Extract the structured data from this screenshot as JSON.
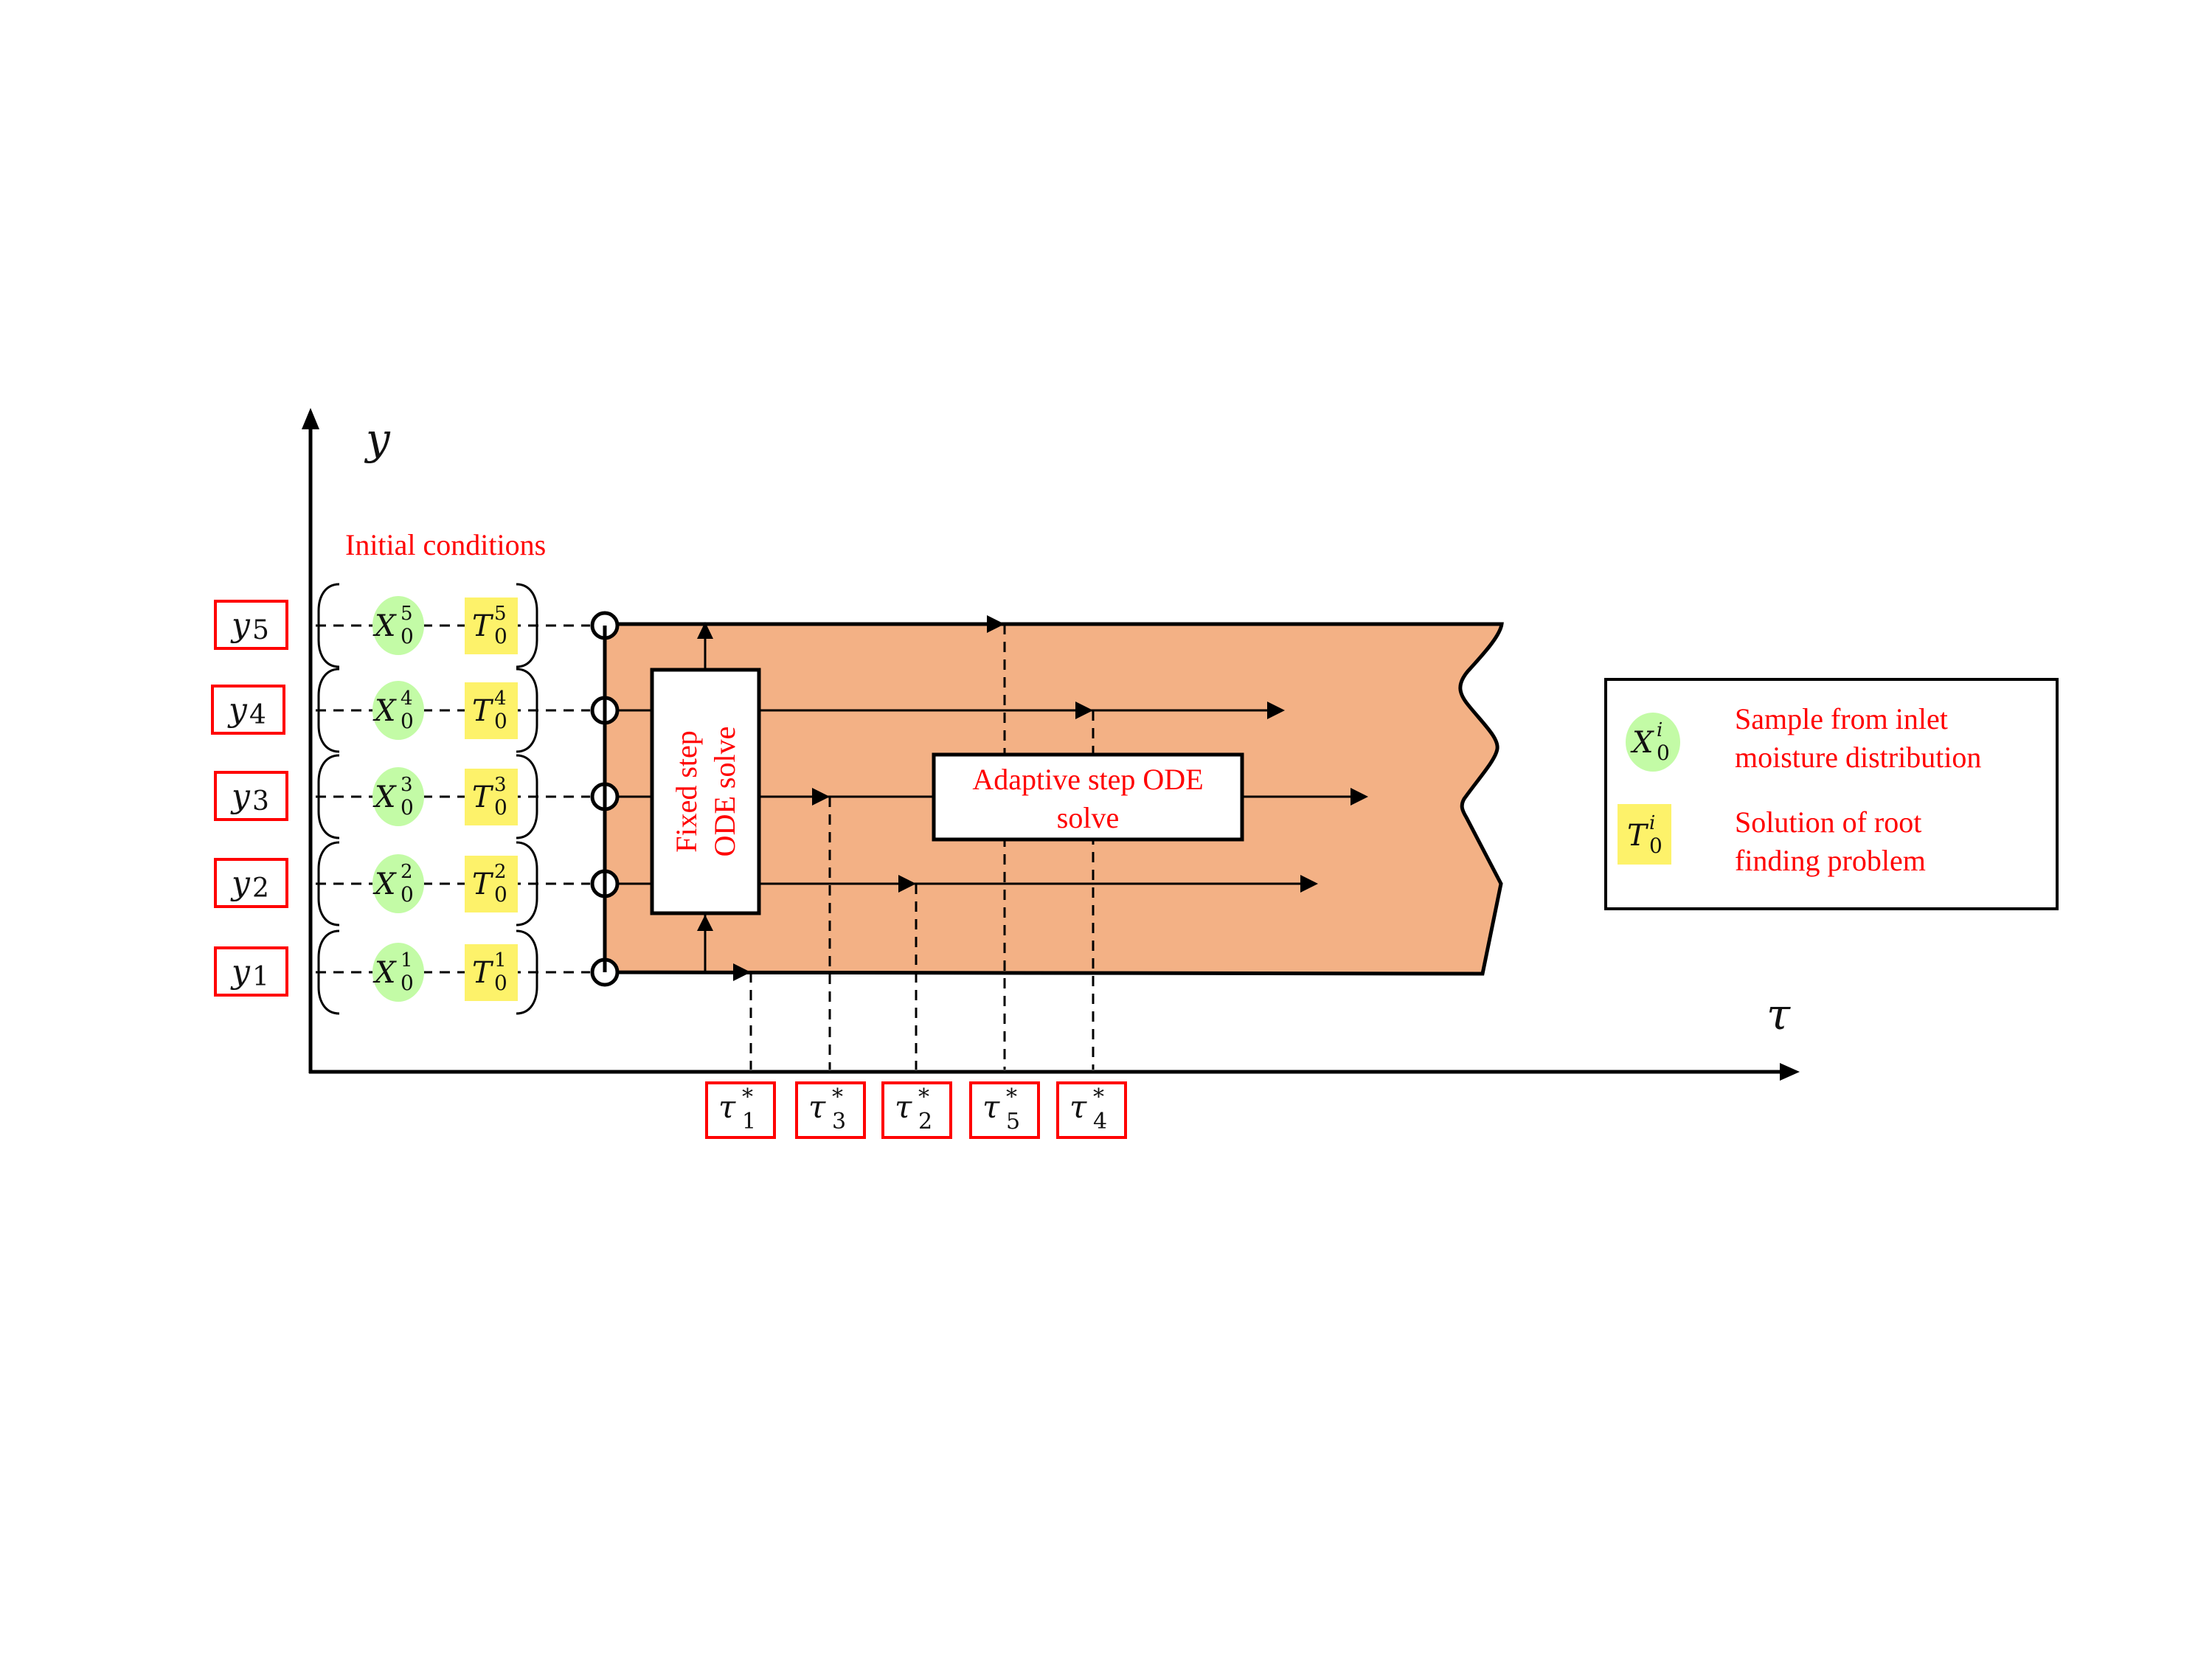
{
  "axes": {
    "y_label": "y",
    "x_label": "τ"
  },
  "initial_conditions_label": "Initial conditions",
  "rows": [
    {
      "y_label": "y",
      "y_sub": "5",
      "x_label": "X",
      "x_sub": "0",
      "x_sup": "5",
      "t_label": "T",
      "t_sub": "0",
      "t_sup": "5"
    },
    {
      "y_label": "y",
      "y_sub": "4",
      "x_label": "X",
      "x_sub": "0",
      "x_sup": "4",
      "t_label": "T",
      "t_sub": "0",
      "t_sup": "4"
    },
    {
      "y_label": "y",
      "y_sub": "3",
      "x_label": "X",
      "x_sub": "0",
      "x_sup": "3",
      "t_label": "T",
      "t_sub": "0",
      "t_sup": "3"
    },
    {
      "y_label": "y",
      "y_sub": "2",
      "x_label": "X",
      "x_sub": "0",
      "x_sup": "2",
      "t_label": "T",
      "t_sub": "0",
      "t_sup": "2"
    },
    {
      "y_label": "y",
      "y_sub": "1",
      "x_label": "X",
      "x_sub": "0",
      "x_sup": "1",
      "t_label": "T",
      "t_sub": "0",
      "t_sup": "1"
    }
  ],
  "fixed_step_box": {
    "line1": "Fixed step",
    "line2": "ODE solve"
  },
  "adaptive_step_box": {
    "line1": "Adaptive step ODE",
    "line2": "solve"
  },
  "tau_labels": [
    {
      "symbol": "τ",
      "sub": "1",
      "sup": "*"
    },
    {
      "symbol": "τ",
      "sub": "3",
      "sup": "*"
    },
    {
      "symbol": "τ",
      "sub": "2",
      "sup": "*"
    },
    {
      "symbol": "τ",
      "sub": "5",
      "sup": "*"
    },
    {
      "symbol": "τ",
      "sub": "4",
      "sup": "*"
    }
  ],
  "legend": {
    "items": [
      {
        "symbol": "X",
        "sub": "0",
        "sup": "i",
        "line1": "Sample from inlet",
        "line2": "moisture distribution"
      },
      {
        "symbol": "T",
        "sub": "0",
        "sup": "i",
        "line1": "Solution of root",
        "line2": "finding problem"
      }
    ]
  },
  "colors": {
    "domain_fill": "#f3b185",
    "sample_fill": "#c3fba6",
    "root_fill": "#fdf26a",
    "label_red": "#ff0000",
    "stroke": "#000000"
  }
}
